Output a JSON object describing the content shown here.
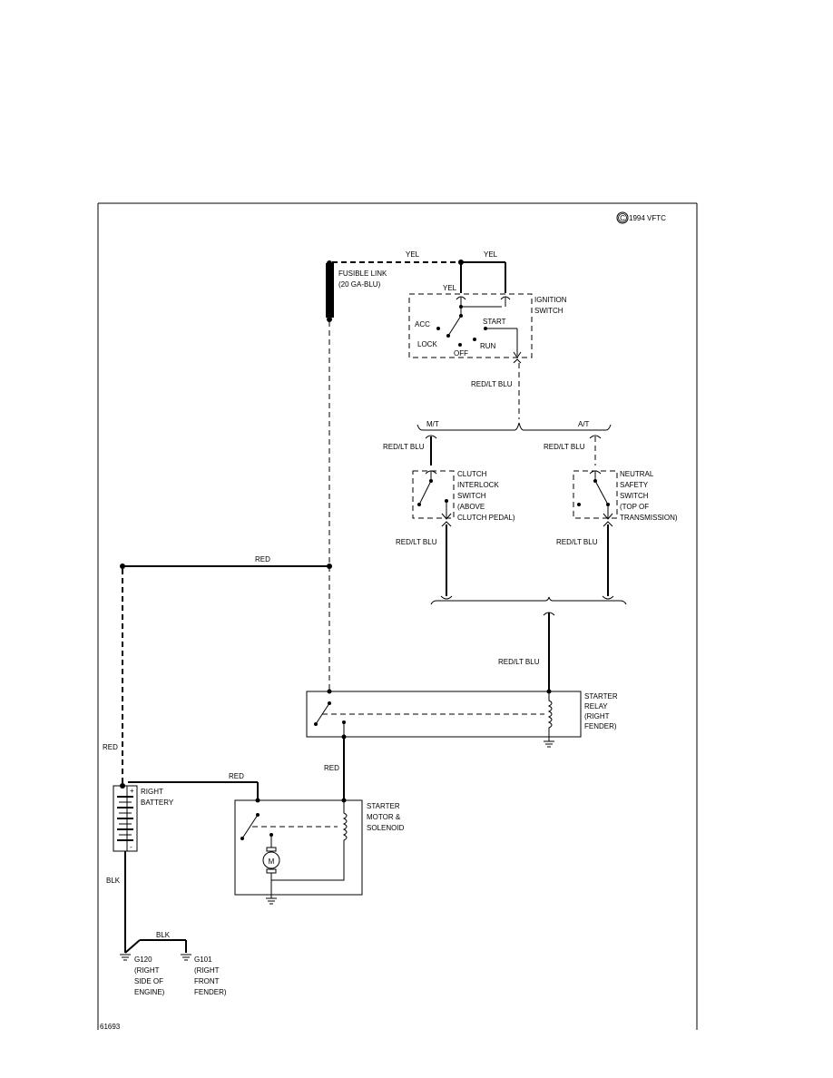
{
  "copyright": "1994 VFTC",
  "copyright_symbol": "C",
  "figure_id": "61693",
  "components": {
    "fusible_link": [
      "FUSIBLE LINK",
      "(20 GA-BLU)"
    ],
    "ignition_switch": [
      "IGNITION",
      "SWITCH"
    ],
    "ignition_positions": {
      "acc": "ACC",
      "lock": "LOCK",
      "off": "OFF",
      "run": "RUN",
      "start": "START"
    },
    "clutch_switch": [
      "CLUTCH",
      "INTERLOCK",
      "SWITCH",
      "(ABOVE",
      "CLUTCH PEDAL)"
    ],
    "neutral_switch": [
      "NEUTRAL",
      "SAFETY",
      "SWITCH",
      "(TOP OF",
      "TRANSMISSION)"
    ],
    "starter_relay": [
      "STARTER",
      "RELAY",
      "(RIGHT",
      "FENDER)"
    ],
    "battery": [
      "RIGHT",
      "BATTERY"
    ],
    "battery_plus": "+",
    "battery_minus": "-",
    "starter_motor": [
      "STARTER",
      "MOTOR &",
      "SOLENOID"
    ],
    "motor_symbol": "M",
    "g120": [
      "G120",
      "(RIGHT",
      "SIDE OF",
      "ENGINE)"
    ],
    "g101": [
      "G101",
      "(RIGHT",
      "FRONT",
      "FENDER)"
    ]
  },
  "branches": {
    "mt": "M/T",
    "at": "A/T"
  },
  "wires": {
    "yel_top_1": "YEL",
    "yel_top_2": "YEL",
    "yel_switch": "YEL",
    "red_lt_blu_ign": "RED/LT BLU",
    "red_lt_blu_mt_in": "RED/LT BLU",
    "red_lt_blu_at_in": "RED/LT BLU",
    "red_lt_blu_mt_out": "RED/LT BLU",
    "red_lt_blu_at_out": "RED/LT BLU",
    "red_lt_blu_relay": "RED/LT BLU",
    "red_top": "RED",
    "red_left": "RED",
    "red_battery": "RED",
    "red_relay_motor": "RED",
    "blk_battery": "BLK",
    "blk_ground": "BLK"
  }
}
